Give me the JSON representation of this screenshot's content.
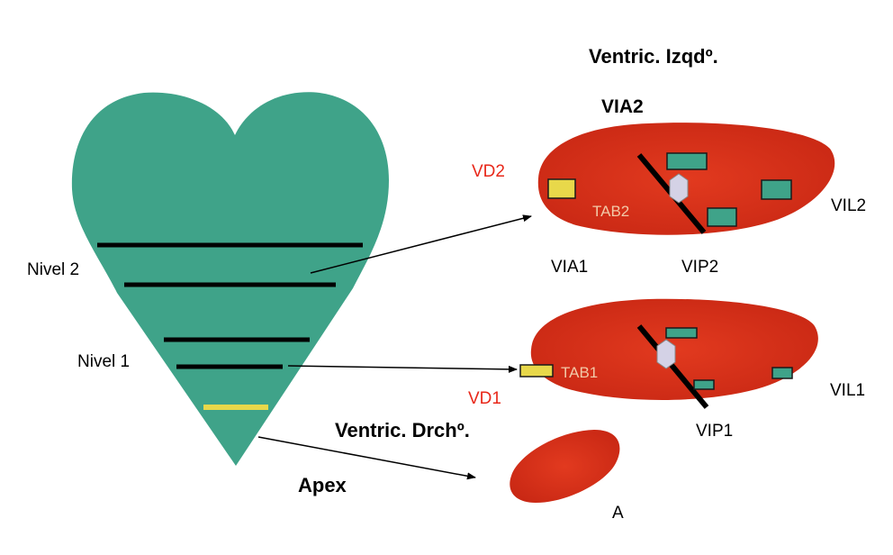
{
  "labels": {
    "ventric_izq": "Ventric. Izqdº.",
    "ventric_drch": "Ventric. Drchº.",
    "via2": "VIA2",
    "vd2": "VD2",
    "tab2": "TAB2",
    "vil2": "VIL2",
    "via1": "VIA1",
    "vip2": "VIP2",
    "nivel2": "Nivel 2",
    "nivel1": "Nivel 1",
    "tab1": "TAB1",
    "vil1": "VIL1",
    "vd1": "VD1",
    "vip1": "VIP1",
    "apex": "Apex",
    "a": "A"
  },
  "colors": {
    "heart": "#3fa389",
    "ventricle": "#d9311c",
    "muscle": "#3fa389",
    "yellow": "#e8d84a",
    "septum": "#000000",
    "node": "#d4d2e6",
    "red_text": "#e8281a",
    "tab_text": "#f2c9a8"
  }
}
